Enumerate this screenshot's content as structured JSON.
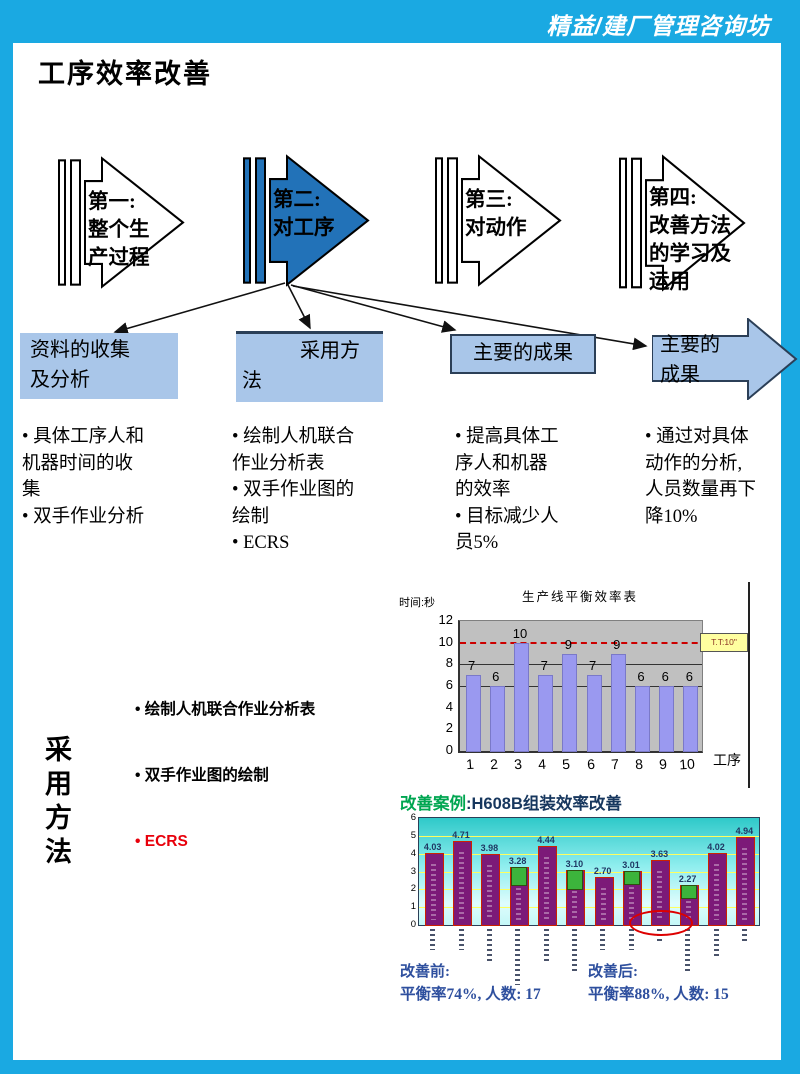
{
  "frame": {
    "accent_color": "#1aa9e2"
  },
  "header": {
    "slogan": "精益/建厂管理咨询坊"
  },
  "title": "工序效率改善",
  "bullet_char": "•",
  "steps": [
    {
      "label": "第一:\n整个生\n产过程",
      "highlighted": false
    },
    {
      "label": "第二:\n对工序",
      "highlighted": true
    },
    {
      "label": "第三:\n对动作",
      "highlighted": false
    },
    {
      "label": "第四:\n改善方法\n的学习及\n运用",
      "highlighted": false
    }
  ],
  "branches": [
    {
      "title": "资料的收集\n及分析",
      "bullets": [
        "具体工序人和机器时间的收集",
        "双手作业分析"
      ]
    },
    {
      "title": "采用方\n法",
      "bullets": [
        "绘制人机联合作业分析表",
        "双手作业图的绘制",
        "ECRS"
      ]
    },
    {
      "title": "主要的成果",
      "bullets": [
        "提高具体工序人和机器的效率",
        "目标减少人员5%"
      ]
    },
    {
      "title": "主要的\n成果",
      "bullets": [
        "通过对具体动作的分析,人员数量再下降10%"
      ]
    }
  ],
  "method_section": {
    "vertical_title": "采用方法",
    "bullets": [
      {
        "text": "绘制人机联合作业分析表",
        "color": "#000000"
      },
      {
        "text": "双手作业图的绘制",
        "color": "#000000"
      },
      {
        "text": "ECRS",
        "color": "#e8000b"
      }
    ]
  },
  "chart_data": [
    {
      "type": "bar",
      "title": "生产线平衡效率表",
      "unit_label": "时间:秒",
      "xlabel": "工序",
      "categories": [
        "1",
        "2",
        "3",
        "4",
        "5",
        "6",
        "7",
        "8",
        "9",
        "10"
      ],
      "values": [
        7,
        6,
        10,
        7,
        9,
        7,
        9,
        6,
        6,
        6
      ],
      "ylim": [
        0,
        12
      ],
      "yticks": [
        0,
        2,
        4,
        6,
        8,
        10,
        12
      ],
      "gridlines_black": [
        6,
        8
      ],
      "target_line": 10,
      "target_label": "T.T:10\"",
      "bar_color": "#9a99f0",
      "plot_bg": "#c0c0c0",
      "target_line_color": "#cc0000",
      "target_label_bg": "#ffffa0"
    },
    {
      "type": "bar",
      "title_green": "改善案例",
      "title_rest": ":H608B组装效率改善",
      "values": [
        4.03,
        4.71,
        3.98,
        3.28,
        4.44,
        3.1,
        2.7,
        3.01,
        3.63,
        2.27,
        4.02,
        4.94
      ],
      "ylim": [
        0,
        6
      ],
      "yticks": [
        0,
        1,
        2,
        3,
        4,
        5,
        6
      ],
      "bar_color": "#7c1a78",
      "bar_border": "#cc2200",
      "grid_color": "#ffff5e",
      "reduction_color": "#3cb43c",
      "reductions": [
        {
          "bar": 4,
          "top": 3.28,
          "bottom": 2.3
        },
        {
          "bar": 6,
          "top": 3.1,
          "bottom": 2.05
        },
        {
          "bar": 8,
          "top": 3.01,
          "bottom": 2.35
        },
        {
          "bar": 10,
          "top": 2.27,
          "bottom": 1.55
        }
      ],
      "annotation": {
        "type": "red-ellipse",
        "bar": 9
      }
    }
  ],
  "summary": {
    "before_label": "改善前:",
    "before_value": "平衡率74%, 人数: 17",
    "after_label": "改善后:",
    "after_value": "平衡率88%, 人数: 15"
  }
}
